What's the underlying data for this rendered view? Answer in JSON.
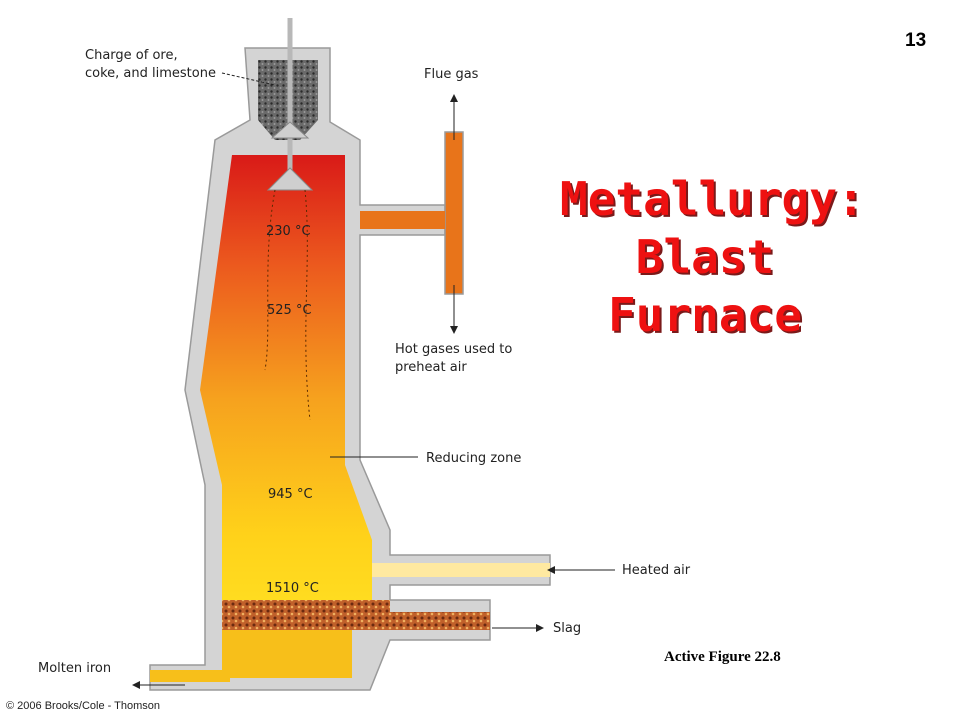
{
  "slide": {
    "number": "13",
    "title_lines": [
      "Metallurgy:",
      "Blast",
      "Furnace"
    ],
    "caption": "Active Figure 22.8",
    "copyright": "© 2006 Brooks/Cole - Thomson"
  },
  "diagram": {
    "labels": {
      "charge_line1": "Charge of ore,",
      "charge_line2": "coke, and limestone",
      "flue_gas": "Flue gas",
      "hot_gases_line1": "Hot gases used to",
      "hot_gases_line2": "preheat air",
      "reducing_zone": "Reducing zone",
      "heated_air": "Heated air",
      "slag": "Slag",
      "molten_iron": "Molten iron"
    },
    "temperatures": [
      "230 °C",
      "525 °C",
      "945 °C",
      "1510 °C"
    ],
    "colors": {
      "wall": "#d4d4d4",
      "hot_top": "#e0201a",
      "cool_bottom": "#ffd11a",
      "molten_iron": "#f7bf1a",
      "flue_pipe": "#e8741a",
      "charge": "#555555"
    }
  }
}
